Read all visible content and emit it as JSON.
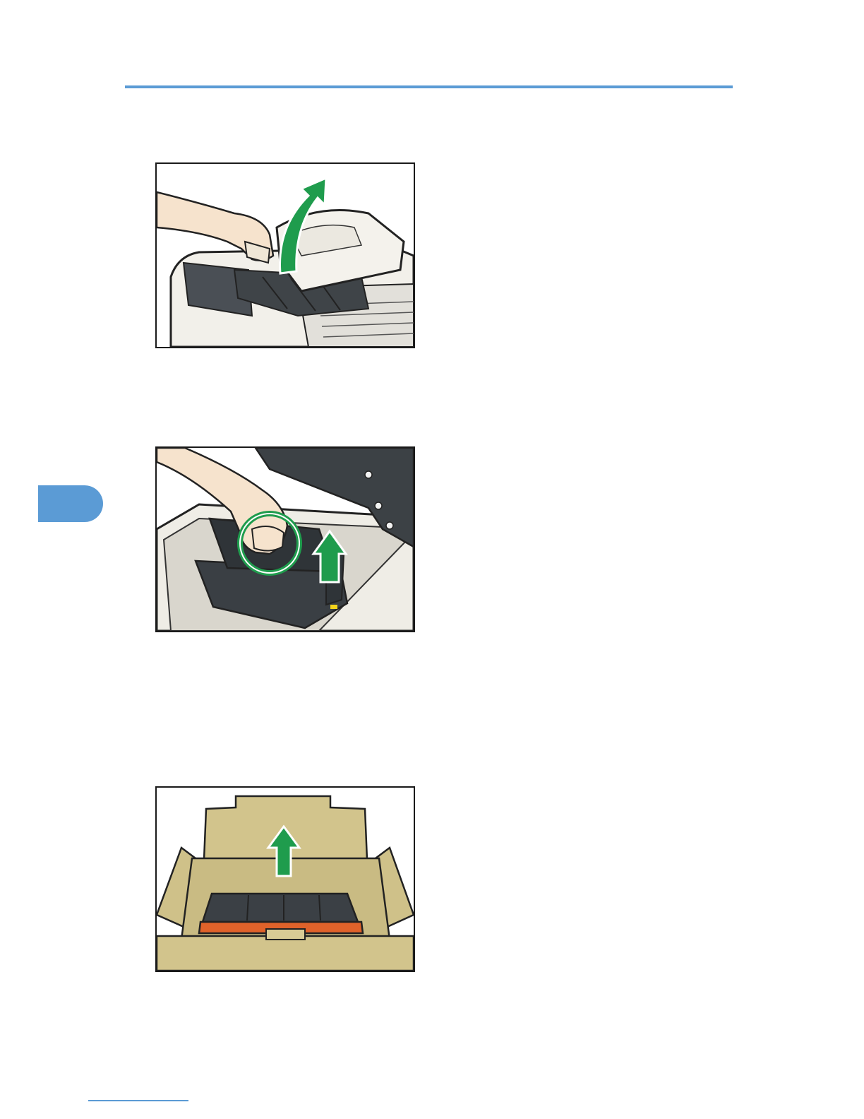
{
  "header": {
    "rule_color": "#5b9bd5"
  },
  "chapter_tab": {
    "label": "",
    "color": "#5b9bd5"
  },
  "figures": [
    {
      "name": "open-top-cover-illustration",
      "arrow_color": "#1f9c4d"
    },
    {
      "name": "remove-print-cartridge-illustration",
      "arrow_color": "#1f9c4d"
    },
    {
      "name": "unpack-new-cartridge-illustration",
      "arrow_color": "#1f9c4d"
    }
  ],
  "footer": {
    "rule_color": "#5b9bd5"
  }
}
